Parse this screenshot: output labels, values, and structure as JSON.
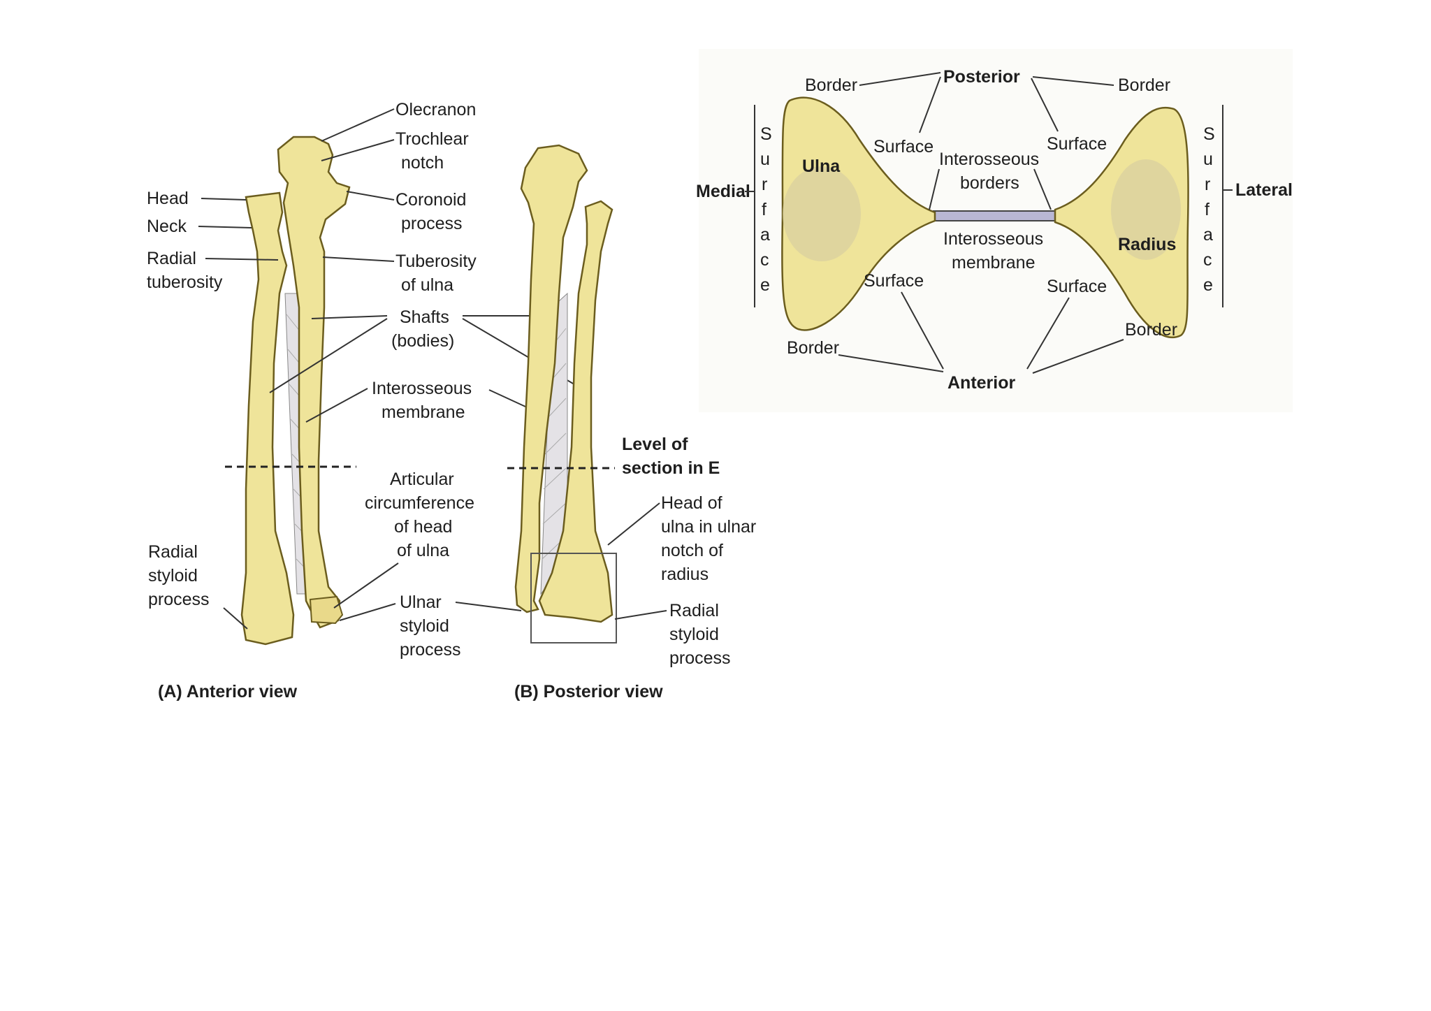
{
  "panel_a": {
    "caption": "(A) Anterior view",
    "labels": {
      "olecranon": "Olecranon",
      "trochlear_1": "Trochlear",
      "trochlear_2": "notch",
      "coronoid_1": "Coronoid",
      "coronoid_2": "process",
      "head": "Head",
      "neck": "Neck",
      "radial_tub_1": "Radial",
      "radial_tub_2": "tuberosity",
      "tub_ulna_1": "Tuberosity",
      "tub_ulna_2": "of ulna",
      "shafts_1": "Shafts",
      "shafts_2": "(bodies)",
      "interosseous_1": "Interosseous",
      "interosseous_2": "membrane",
      "articular_1": "Articular",
      "articular_2": "circumference",
      "articular_3": "of head",
      "articular_4": "of ulna",
      "radial_styloid_1": "Radial",
      "radial_styloid_2": "styloid",
      "radial_styloid_3": "process",
      "ulnar_styloid_1": "Ulnar",
      "ulnar_styloid_2": "styloid",
      "ulnar_styloid_3": "process"
    }
  },
  "panel_b": {
    "caption": "(B) Posterior view",
    "labels": {
      "level_1": "Level of",
      "level_2": "section in E",
      "head_ulna_1": "Head of",
      "head_ulna_2": "ulna in ulnar",
      "head_ulna_3": "notch of",
      "head_ulna_4": "radius",
      "radial_styloid_1": "Radial",
      "radial_styloid_2": "styloid",
      "radial_styloid_3": "process"
    }
  },
  "panel_e": {
    "labels": {
      "posterior": "Posterior",
      "anterior": "Anterior",
      "medial": "Medial",
      "lateral": "Lateral",
      "border_tl": "Border",
      "border_tr": "Border",
      "border_bl": "Border",
      "border_br": "Border",
      "surface_tl": "Surface",
      "surface_tr": "Surface",
      "surface_bl": "Surface",
      "surface_br": "Surface",
      "interosseous_borders_1": "Interosseous",
      "interosseous_borders_2": "borders",
      "interosseous_membrane_1": "Interosseous",
      "interosseous_membrane_2": "membrane",
      "ulna": "Ulna",
      "radius": "Radius",
      "surface_vertical": [
        "S",
        "u",
        "r",
        "f",
        "a",
        "c",
        "e"
      ]
    }
  }
}
